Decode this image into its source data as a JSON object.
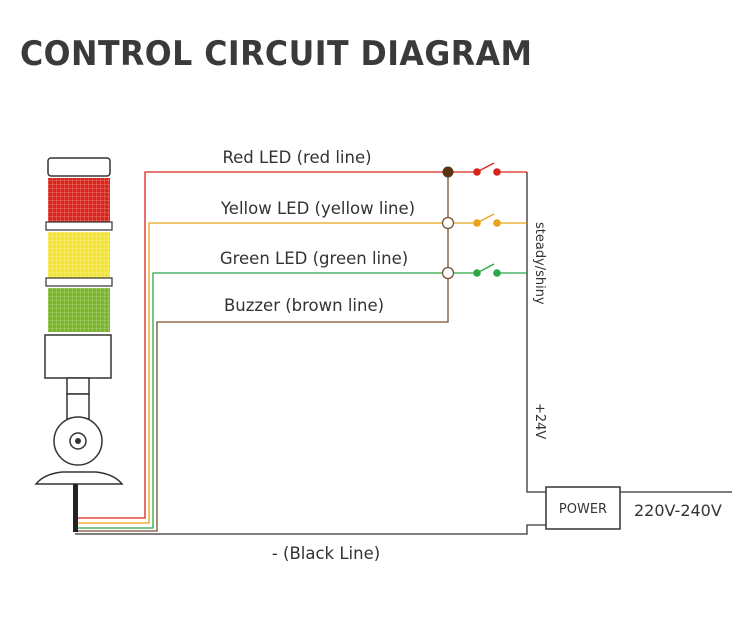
{
  "title": "CONTROL CIRCUIT DIAGRAM",
  "lines": {
    "red": "Red LED (red line)",
    "yellow": "Yellow LED (yellow line)",
    "green": "Green LED (green line)",
    "brown": "Buzzer (brown line)",
    "black": "- (Black Line)"
  },
  "side_labels": {
    "mode": "steady/shiny",
    "positive": "+24V"
  },
  "power": {
    "label": "POWER",
    "input": "220V-240V"
  },
  "colors": {
    "red": "#d9241c",
    "yellow": "#e9a21a",
    "green": "#2aa84a",
    "brown": "#7a5230",
    "black": "#333333"
  }
}
